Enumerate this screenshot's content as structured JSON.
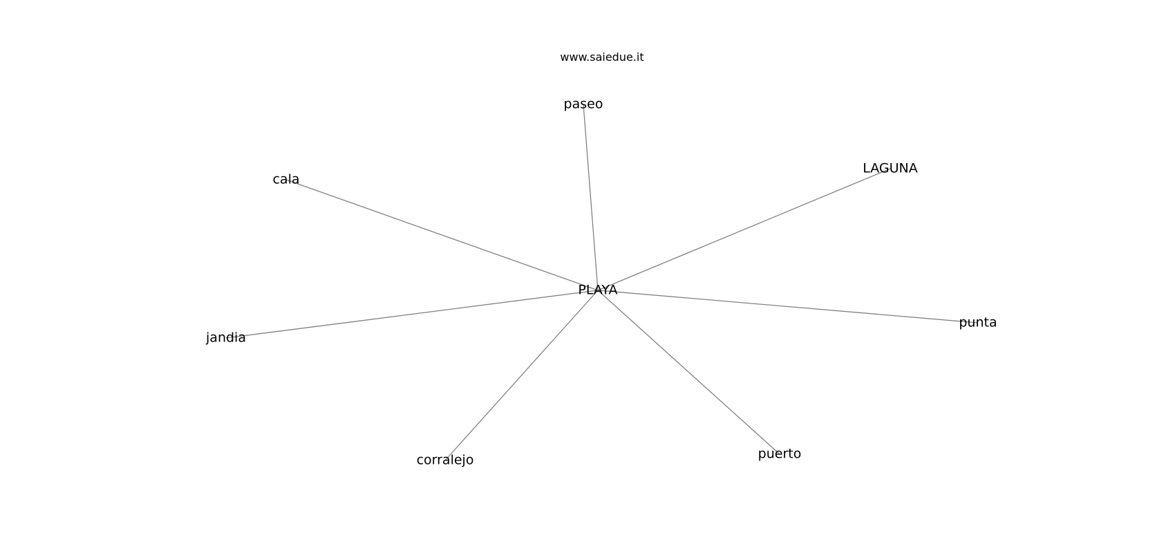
{
  "watermark": "www.saiedue.it",
  "graph": {
    "center": {
      "id": "playa",
      "label": "PLAYA"
    },
    "leaves": [
      {
        "id": "paseo",
        "label": "paseo"
      },
      {
        "id": "laguna",
        "label": "LAGUNA"
      },
      {
        "id": "cala",
        "label": "cala"
      },
      {
        "id": "punta",
        "label": "punta"
      },
      {
        "id": "jandia",
        "label": "jandia"
      },
      {
        "id": "puerto",
        "label": "puerto"
      },
      {
        "id": "corralejo",
        "label": "corralejo"
      }
    ]
  },
  "colors": {
    "edge": "#808080",
    "text": "#000000",
    "background": "#ffffff"
  }
}
